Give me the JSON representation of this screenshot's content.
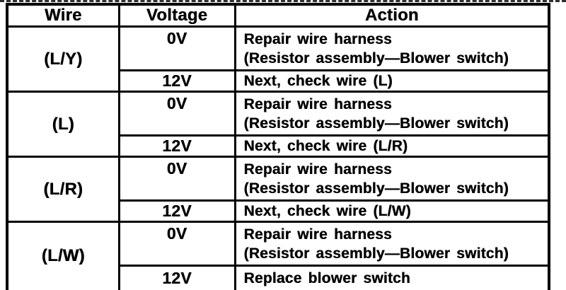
{
  "page": {
    "background": "#ffffff",
    "line_color": "#000000"
  },
  "table": {
    "columns": [
      "Wire",
      "Voltage",
      "Action"
    ],
    "groups": [
      {
        "wire": "(L/Y)",
        "low": {
          "voltage": "0V",
          "action_line1": "Repair wire harness",
          "action_line2": "(Resistor assembly—Blower switch)"
        },
        "high": {
          "voltage": "12V",
          "action": "Next, check wire (L)"
        }
      },
      {
        "wire": "(L)",
        "low": {
          "voltage": "0V",
          "action_line1": "Repair wire harness",
          "action_line2": "(Resistor assembly—Blower switch)"
        },
        "high": {
          "voltage": "12V",
          "action": "Next, check wire (L/R)"
        }
      },
      {
        "wire": "(L/R)",
        "low": {
          "voltage": "0V",
          "action_line1": "Repair wire harness",
          "action_line2": "(Resistor assembly—Blower switch)"
        },
        "high": {
          "voltage": "12V",
          "action": "Next, check wire (L/W)"
        }
      },
      {
        "wire": "(L/W)",
        "low": {
          "voltage": "0V",
          "action_line1": "Repair wire harness",
          "action_line2": "(Resistor assembly—Blower switch)"
        },
        "high": {
          "voltage": "12V",
          "action": "Replace blower switch"
        }
      }
    ]
  }
}
